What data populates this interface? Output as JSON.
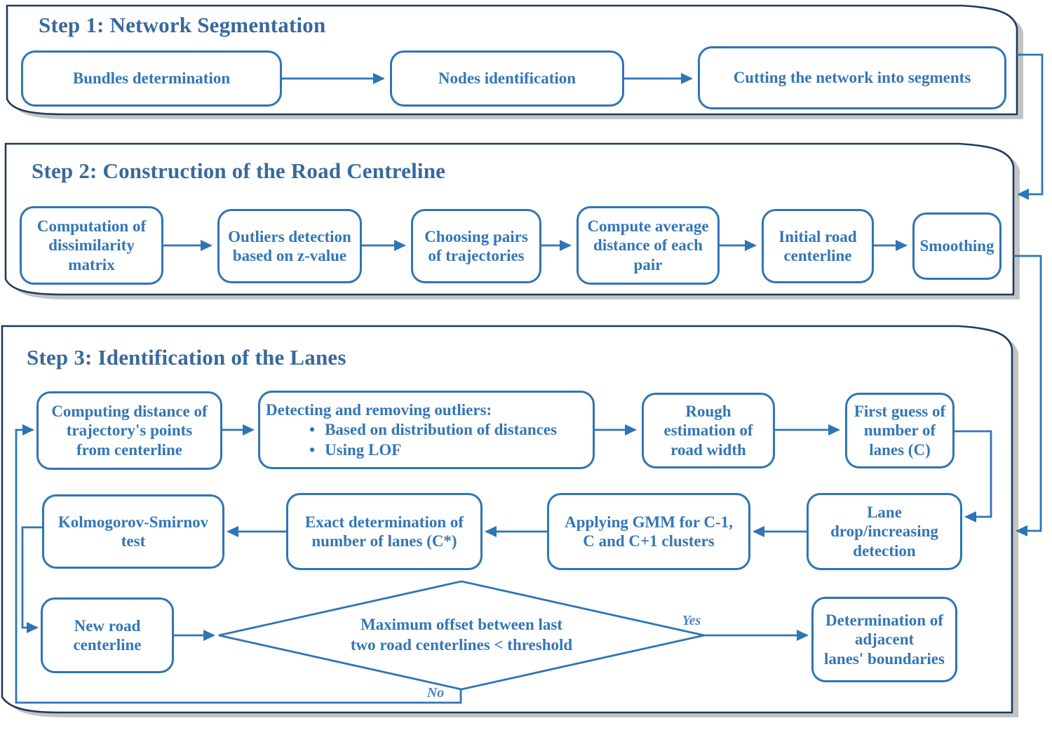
{
  "colors": {
    "panel_border": "#1e3a5f",
    "panel_shadow": "#c4c4c4",
    "node_border": "#2e75b6",
    "node_text": "#3376b5",
    "arrow": "#2e75b6",
    "title_text": "#38699c",
    "branch_label_text": "#4d86bd"
  },
  "icons": {
    "bullet": "•"
  },
  "steps": [
    {
      "title": "Step 1: Network Segmentation",
      "nodes": [
        {
          "label": "Bundles determination"
        },
        {
          "label": "Nodes identification"
        },
        {
          "label": "Cutting the network into segments"
        }
      ]
    },
    {
      "title": "Step 2: Construction of the Road Centreline",
      "nodes": [
        {
          "label": "Computation of\ndissimilarity\nmatrix"
        },
        {
          "label": "Outliers detection\nbased on z-value"
        },
        {
          "label": "Choosing pairs\nof trajectories"
        },
        {
          "label": "Compute average\ndistance of each\npair"
        },
        {
          "label": "Initial road\ncenterline"
        },
        {
          "label": "Smoothing"
        }
      ]
    },
    {
      "title": "Step 3: Identification of the Lanes",
      "nodes": [
        {
          "label": "Computing distance of\ntrajectory's points\nfrom centerline"
        },
        {
          "heading": "Detecting and removing outliers:",
          "bullets": [
            "Based on distribution of distances",
            "Using LOF"
          ]
        },
        {
          "label": "Rough\nestimation of\nroad width"
        },
        {
          "label": "First guess of\nnumber of\nlanes (C)"
        },
        {
          "label": "Lane\ndrop/increasing\ndetection"
        },
        {
          "label": "Applying GMM for C-1,\nC and C+1 clusters"
        },
        {
          "label": "Exact determination of\nnumber of lanes (C*)"
        },
        {
          "label": "Kolmogorov-Smirnov\ntest"
        },
        {
          "label": "New road\ncenterline"
        },
        {
          "label": "Determination of\nadjacent\nlanes' boundaries"
        }
      ],
      "decision": {
        "label": "Maximum offset between last\ntwo road centerlines < threshold",
        "yes_label": "Yes",
        "no_label": "No"
      }
    }
  ]
}
